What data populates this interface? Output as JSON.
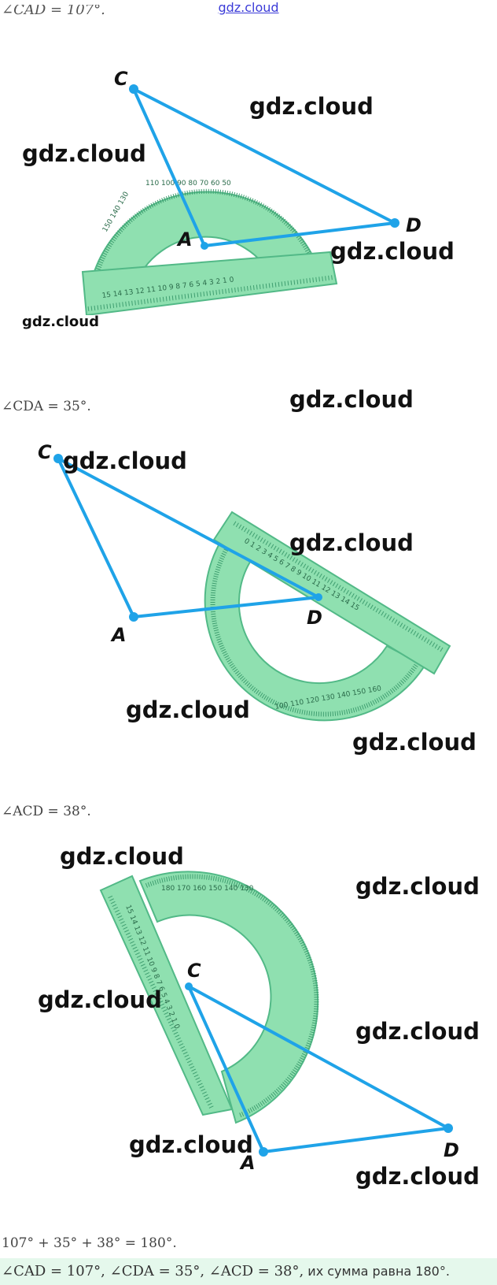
{
  "header": {
    "site_link": "gdz.cloud",
    "cut_formula": "∠CAD = 107°."
  },
  "figure1": {
    "label_c": "C",
    "label_a": "A",
    "label_d": "D"
  },
  "formula2": "∠CDA = 35°.",
  "figure2": {
    "label_c": "C",
    "label_a": "A",
    "label_d": "D"
  },
  "formula3": "∠ACD = 38°.",
  "figure3": {
    "label_c": "C",
    "label_a": "A",
    "label_d": "D"
  },
  "sum_formula": "107° + 35° + 38° = 180°.",
  "answer": {
    "formula": "∠CAD = 107°, ∠CDA = 35°, ∠ACD = 38°,",
    "text": " их сумма равна 180°."
  },
  "watermark": "gdz.cloud",
  "colors": {
    "line": "#1fa3e8",
    "protractor": "#8fe0b0",
    "protractor_edge": "#52b987",
    "highlight": "#e5f8ec"
  }
}
